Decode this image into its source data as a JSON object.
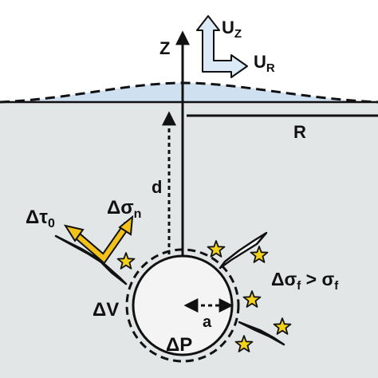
{
  "labels": {
    "uz": "U",
    "uz_sub": "Z",
    "ur": "U",
    "ur_sub": "R",
    "z_axis": "Z",
    "r_axis": "R",
    "depth": "d",
    "delta_tau": "Δτ",
    "delta_tau_sub": "0",
    "delta_sigma_n": "Δσ",
    "delta_sigma_n_sub": "n",
    "failure_lhs": "Δσ",
    "failure_lhs_sub": "f",
    "failure_op": " > σ",
    "failure_rhs_sub": "f",
    "delta_v": "ΔV",
    "delta_p": "ΔP",
    "radius": "a"
  },
  "colors": {
    "ground": "#e3e6e6",
    "uplift_fill": "#cfe0f0",
    "sky": "#ffffff",
    "stroke": "#111111",
    "arrow_yellow": "#f2c21b",
    "star_yellow": "#f4d21a",
    "chamber": "#f4f4f4",
    "displacement_arrow": "#dce9f6"
  }
}
